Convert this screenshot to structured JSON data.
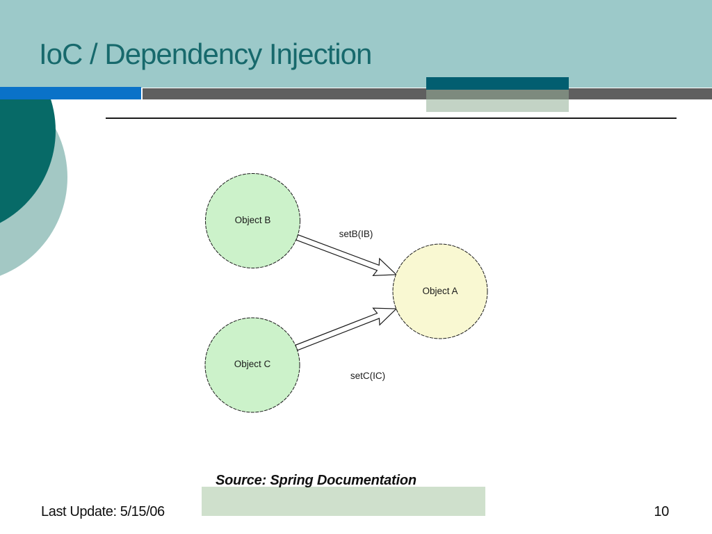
{
  "slide": {
    "title": "IoC / Dependency Injection",
    "source_note": "Source: Spring Documentation",
    "footer": {
      "last_update": "Last Update: 5/15/06",
      "page_number": "10"
    },
    "colors": {
      "header_bg": "#9cc9c9",
      "title_text": "#17696c",
      "accent_blue": "#0a72c8",
      "bar_gray": "#5f5f5f",
      "accent_teal_dark": "#025e70",
      "sage_overlay_on_gray": "#7d8a7e",
      "sage": "#c3d3c5",
      "footer_rect": "#cfe0cc",
      "decor_dark_circle": "#076a67",
      "decor_light_circle": "#a3c8c4",
      "diagram_line": "#1a1a1a"
    }
  },
  "diagram": {
    "nodes": [
      {
        "id": "object-b",
        "label": "Object B",
        "fill": "#ccf2ca"
      },
      {
        "id": "object-a",
        "label": "Object A",
        "fill": "#f9f8d2"
      },
      {
        "id": "object-c",
        "label": "Object C",
        "fill": "#ccf2ca"
      }
    ],
    "edges": [
      {
        "from": "object-b",
        "to": "object-a",
        "label": "setB(IB)"
      },
      {
        "from": "object-c",
        "to": "object-a",
        "label": "setC(IC)"
      }
    ]
  }
}
